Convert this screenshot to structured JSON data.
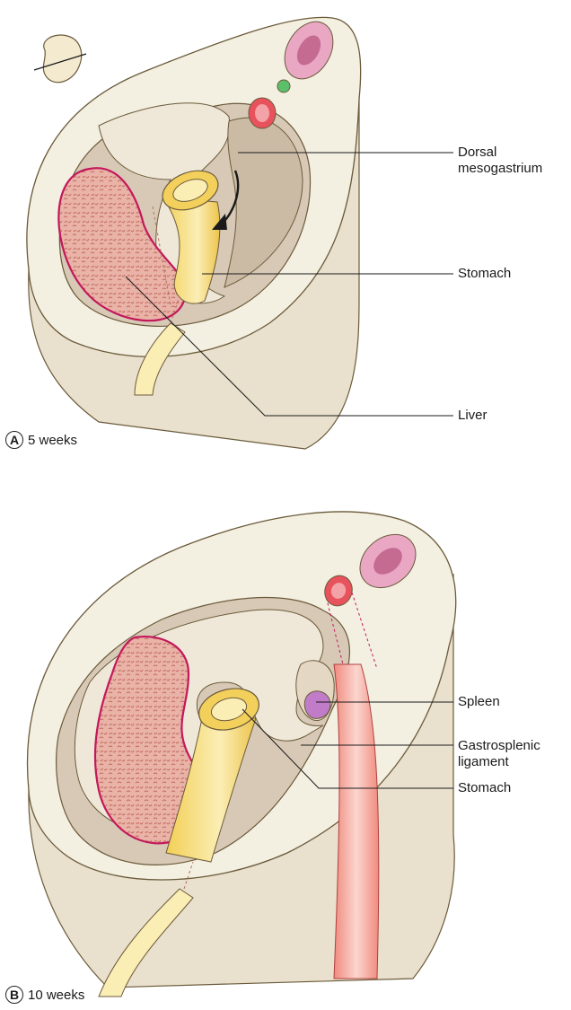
{
  "panels": [
    {
      "letter": "A",
      "caption": "5 weeks",
      "labels": {
        "dorsal_mesogastrium": "Dorsal mesogastrium",
        "stomach": "Stomach",
        "liver": "Liver"
      }
    },
    {
      "letter": "B",
      "caption": "10 weeks",
      "labels": {
        "spleen": "Spleen",
        "gastrosplenic_ligament": "Gastrosplenic ligament",
        "stomach": "Stomach"
      }
    }
  ],
  "colors": {
    "body_wall": "#f3efe1",
    "cavity": "#dccfbf",
    "liver": "#e4a89c",
    "liver_border": "#c2185b",
    "stomach": "#f5d66b",
    "aorta": "#e8525c",
    "spleen": "#c07cc8",
    "ureter_vessel": "#f0b1a6",
    "vertebra": "#d98aa8"
  }
}
